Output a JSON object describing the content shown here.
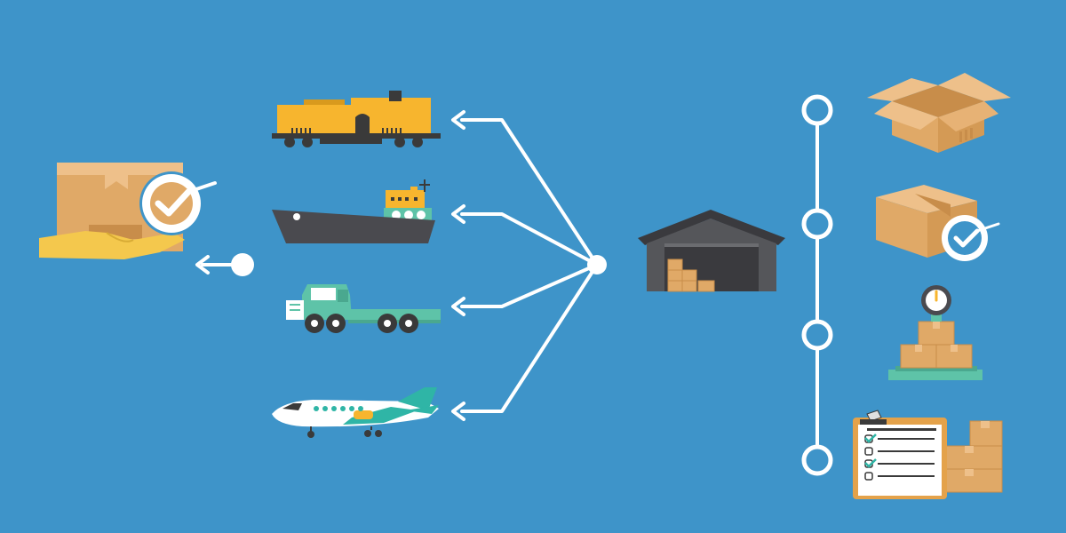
{
  "colors": {
    "background": "#3e94c9",
    "connector": "#ffffff",
    "box": "#e0a967",
    "box_dark": "#c88d4a",
    "box_light": "#eec08a",
    "train": "#f7b52e",
    "train_dark": "#d99a1d",
    "ship": "#4a4a4f",
    "truck": "#5ec3a8",
    "plane_accent": "#2fb5a6",
    "warehouse": "#55565a",
    "hand": "#f4c84d",
    "scale": "#5ec3a8",
    "clipboard": "#e4a24a",
    "paper": "#ffffff"
  },
  "diagram": {
    "flow": "source-to-delivery",
    "nodes": [
      {
        "id": "hand-delivery",
        "icon": "hand-box-check-icon"
      },
      {
        "id": "train",
        "icon": "train-icon"
      },
      {
        "id": "ship",
        "icon": "cargo-ship-icon"
      },
      {
        "id": "truck",
        "icon": "truck-icon"
      },
      {
        "id": "plane",
        "icon": "airplane-icon"
      },
      {
        "id": "hub",
        "icon": "hub-dot"
      },
      {
        "id": "warehouse",
        "icon": "warehouse-icon"
      },
      {
        "id": "open-box",
        "icon": "open-box-icon"
      },
      {
        "id": "checked-box",
        "icon": "box-check-icon"
      },
      {
        "id": "weigh-scale",
        "icon": "scale-boxes-icon"
      },
      {
        "id": "checklist",
        "icon": "clipboard-checklist-icon"
      }
    ],
    "edges": [
      {
        "from": "hub",
        "to": "train"
      },
      {
        "from": "hub",
        "to": "ship"
      },
      {
        "from": "hub",
        "to": "truck"
      },
      {
        "from": "hub",
        "to": "plane"
      },
      {
        "from": "warehouse",
        "to": "hub"
      },
      {
        "from": "timeline",
        "to": "hand-delivery"
      }
    ],
    "timeline": {
      "steps": 4,
      "icons": [
        "open-box-icon",
        "box-check-icon",
        "scale-boxes-icon",
        "clipboard-checklist-icon"
      ]
    }
  }
}
